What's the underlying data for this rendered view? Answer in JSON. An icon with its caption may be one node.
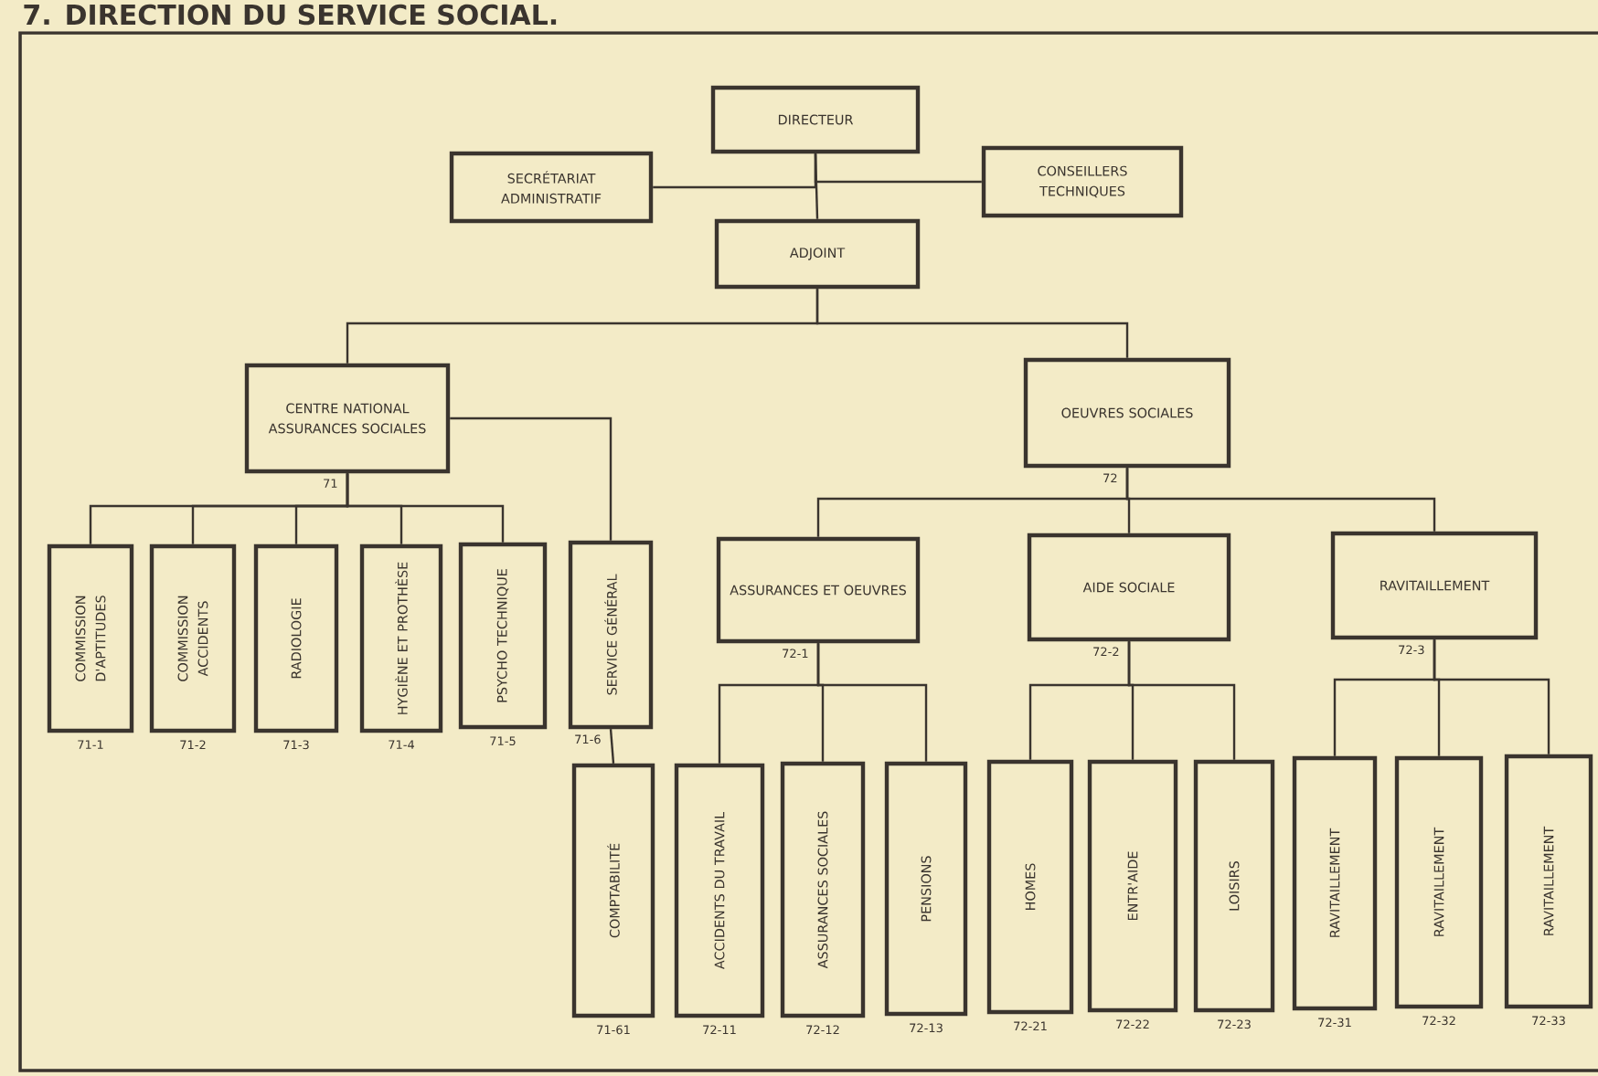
{
  "diagram": {
    "title": "7. DIRECTION DU SERVICE SOCIAL.",
    "nodes": [
      {
        "text": [
          "DIRECTEUR"
        ]
      },
      {
        "text": [
          "SECRÉTARIAT ADMINISTRATIF"
        ]
      },
      {
        "text": [
          "CONSEILLERS TECHNIQUES"
        ]
      },
      {
        "text": [
          "ADJOINT"
        ]
      },
      {
        "text": [
          "CENTRE NATIONAL ASSURANCES SOCIALES"
        ],
        "beside": [
          "71"
        ]
      },
      {
        "text": [
          "OEUVRES SOCIALES"
        ],
        "beside": [
          "72"
        ]
      },
      {
        "text": [
          "COMMISSION D'APTITUDES"
        ],
        "beside": [
          "71-1"
        ]
      },
      {
        "text": [
          "COMMISSION ACCIDENTS"
        ],
        "beside": [
          "71-2"
        ]
      },
      {
        "text": [
          "RADIOLOGIE"
        ],
        "beside": [
          "71-3"
        ]
      },
      {
        "text": [
          "HYGIÈNE ET PROTHÈSE"
        ],
        "beside": [
          "71-4"
        ]
      },
      {
        "text": [
          "PSYCHO TECHNIQUE"
        ],
        "beside": [
          "71-5"
        ]
      },
      {
        "text": [
          "SERVICE GÉNÉRAL"
        ],
        "beside": [
          "71-6"
        ]
      },
      {
        "text": [
          "ASSURANCES ET OEUVRES"
        ],
        "beside": [
          "72-1"
        ]
      },
      {
        "text": [
          "AIDE SOCIALE"
        ],
        "beside": [
          "72-2"
        ]
      },
      {
        "text": [
          "RAVITAILLEMENT"
        ],
        "beside": [
          "72-3"
        ]
      },
      {
        "text": [
          "COMPTABILITÉ"
        ],
        "beside": [
          "71-61"
        ]
      },
      {
        "text": [
          "ACCIDENTS DU TRAVAIL"
        ],
        "beside": [
          "72-11"
        ]
      },
      {
        "text": [
          "ASSURANCES SOCIALES"
        ],
        "beside": [
          "72-12"
        ]
      },
      {
        "text": [
          "PENSIONS"
        ],
        "beside": [
          "72-13"
        ]
      },
      {
        "text": [
          "HOMES"
        ],
        "beside": [
          "72-21"
        ]
      },
      {
        "text": [
          "ENTR'AIDE"
        ],
        "beside": [
          "72-22"
        ]
      },
      {
        "text": [
          "LOISIRS"
        ],
        "beside": [
          "72-23"
        ]
      },
      {
        "text": [
          "RAVITAILLEMENT"
        ],
        "beside": [
          "72-31"
        ]
      },
      {
        "text": [
          "RAVITAILLEMENT"
        ],
        "beside": [
          "72-32"
        ]
      },
      {
        "text": [
          "RAVITAILLEMENT"
        ],
        "beside": [
          "72-33"
        ]
      }
    ],
    "edges": [
      {
        "from": 0,
        "to": 1,
        "arrow": "none"
      },
      {
        "from": 0,
        "to": 2,
        "arrow": "none"
      },
      {
        "from": 0,
        "to": 3,
        "arrow": "none"
      },
      {
        "from": 3,
        "to": 4,
        "arrow": "none"
      },
      {
        "from": 3,
        "to": 5,
        "arrow": "none"
      },
      {
        "from": 4,
        "to": 6,
        "arrow": "none"
      },
      {
        "from": 4,
        "to": 7,
        "arrow": "none"
      },
      {
        "from": 4,
        "to": 8,
        "arrow": "none"
      },
      {
        "from": 4,
        "to": 9,
        "arrow": "none"
      },
      {
        "from": 4,
        "to": 10,
        "arrow": "none"
      },
      {
        "from": 4,
        "to": 11,
        "arrow": "none"
      },
      {
        "from": 11,
        "to": 15,
        "arrow": "none"
      },
      {
        "from": 5,
        "to": 12,
        "arrow": "none"
      },
      {
        "from": 5,
        "to": 13,
        "arrow": "none"
      },
      {
        "from": 5,
        "to": 14,
        "arrow": "none"
      },
      {
        "from": 12,
        "to": 16,
        "arrow": "none"
      },
      {
        "from": 12,
        "to": 17,
        "arrow": "none"
      },
      {
        "from": 12,
        "to": 18,
        "arrow": "none"
      },
      {
        "from": 13,
        "to": 19,
        "arrow": "none"
      },
      {
        "from": 13,
        "to": 20,
        "arrow": "none"
      },
      {
        "from": 13,
        "to": 21,
        "arrow": "none"
      },
      {
        "from": 14,
        "to": 22,
        "arrow": "none"
      },
      {
        "from": 14,
        "to": 23,
        "arrow": "none"
      },
      {
        "from": 14,
        "to": 24,
        "arrow": "none"
      }
    ]
  }
}
